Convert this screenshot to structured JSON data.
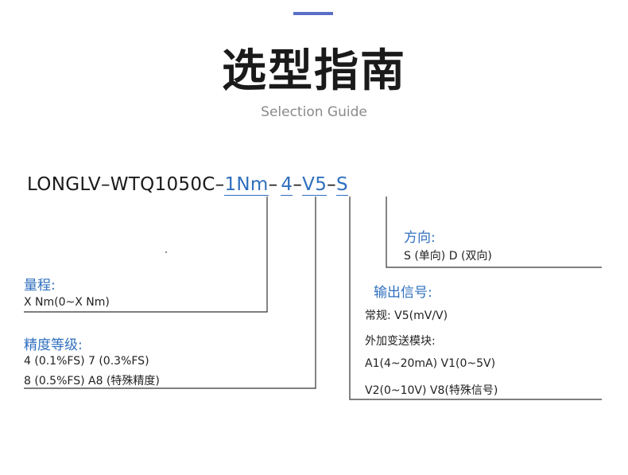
{
  "header": {
    "title": "选型指南",
    "subtitle": "Selection Guide",
    "accent_color": "#5b6fc8"
  },
  "model": {
    "prefix": "LONGLV–WTQ1050C–",
    "range_code": "1Nm",
    "sep1": " –",
    "accuracy_code": "4",
    "sep2": "–",
    "output_code": "V5",
    "sep3": "–",
    "direction_code": "S"
  },
  "direction": {
    "heading": "方向:",
    "options": "S (单向)  D (双向)"
  },
  "range": {
    "heading": "量程:",
    "options": "X  Nm(0~X  Nm)"
  },
  "accuracy": {
    "heading": "精度等级:",
    "line1": "4 (0.1%FS)     7 (0.3%FS)",
    "line2": "8 (0.5%FS)    A8 (特殊精度)"
  },
  "output": {
    "heading": "输出信号:",
    "line1": "常规:  V5(mV/V)",
    "line2": "外加变送模块:",
    "line3": "A1(4~20mA)  V1(0~5V)",
    "line4": "V2(0~10V)     V8(特殊信号)"
  },
  "colors": {
    "heading_blue": "#2f6fbe",
    "line_color": "#333333"
  }
}
